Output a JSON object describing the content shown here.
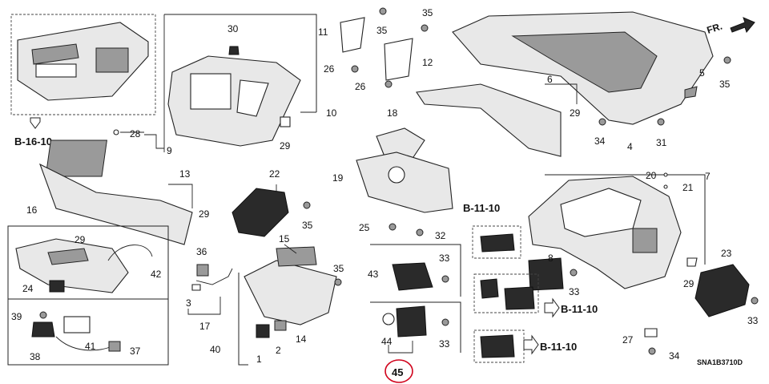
{
  "diagram": {
    "callouts": [
      "30",
      "11",
      "35",
      "35",
      "12",
      "26",
      "26",
      "10",
      "29",
      "28",
      "9",
      "13",
      "22",
      "29",
      "35",
      "16",
      "29",
      "42",
      "36",
      "15",
      "35",
      "24",
      "3",
      "17",
      "39",
      "41",
      "37",
      "38",
      "40",
      "2",
      "1",
      "14",
      "5",
      "35",
      "6",
      "29",
      "34",
      "4",
      "31",
      "18",
      "19",
      "25",
      "32",
      "33",
      "43",
      "44",
      "45",
      "33",
      "7",
      "20",
      "21",
      "8",
      "33",
      "23",
      "29",
      "33",
      "27",
      "34"
    ],
    "refs": {
      "b16": "B-16-10",
      "b11_top": "B-11-10",
      "b11_mid": "B-11-10",
      "b11_bot": "B-11-10",
      "fr": "FR.",
      "code": "SNA1B3710D"
    },
    "highlight": {
      "label": "45",
      "color": "#d0021b"
    }
  }
}
